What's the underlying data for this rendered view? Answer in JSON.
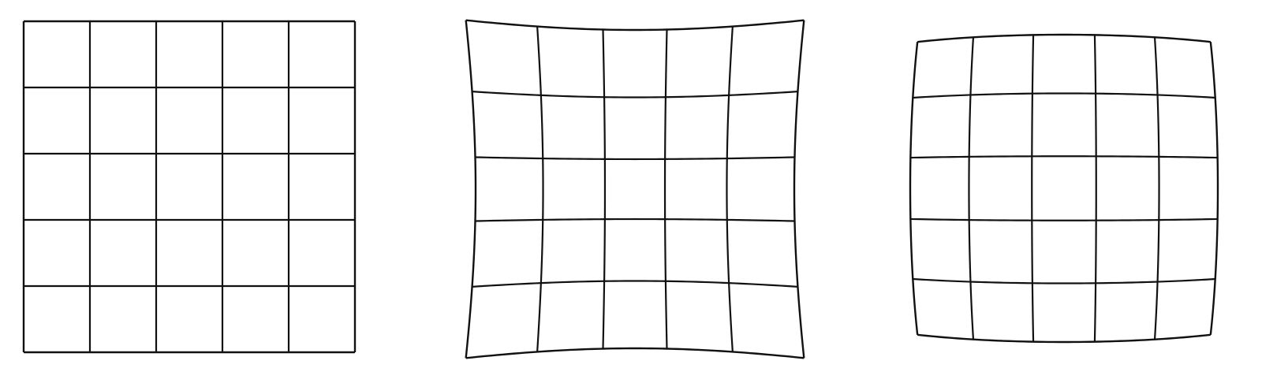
{
  "panels": [
    {
      "name": "undistorted-grid",
      "distortion": "none",
      "rows": 5,
      "cols": 5
    },
    {
      "name": "pincushion-distorted-grid",
      "distortion": "pincushion",
      "rows": 5,
      "cols": 5
    },
    {
      "name": "barrel-distorted-grid",
      "distortion": "barrel",
      "rows": 5,
      "cols": 5
    }
  ],
  "colors": {
    "background": "#ffffff",
    "line": "#111111"
  }
}
